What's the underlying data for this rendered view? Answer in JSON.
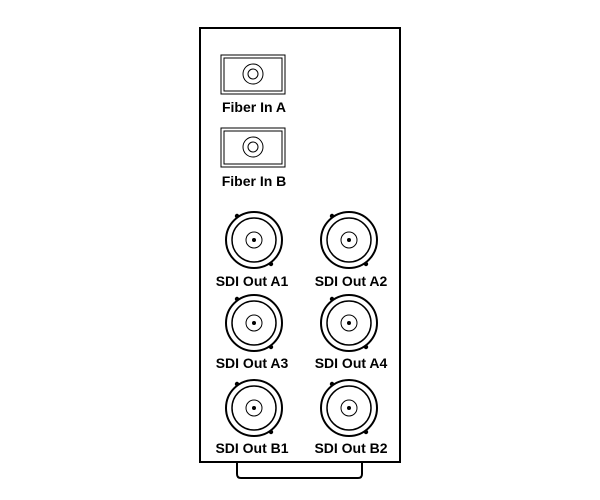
{
  "panel": {
    "stroke_color": "#000000",
    "fill_color": "#ffffff",
    "fiber_inputs": [
      {
        "label": "Fiber In A"
      },
      {
        "label": "Fiber In B"
      }
    ],
    "sdi_outputs": [
      {
        "label": "SDI Out A1"
      },
      {
        "label": "SDI Out A2"
      },
      {
        "label": "SDI Out A3"
      },
      {
        "label": "SDI Out A4"
      },
      {
        "label": "SDI Out B1"
      },
      {
        "label": "SDI Out B2"
      }
    ]
  }
}
